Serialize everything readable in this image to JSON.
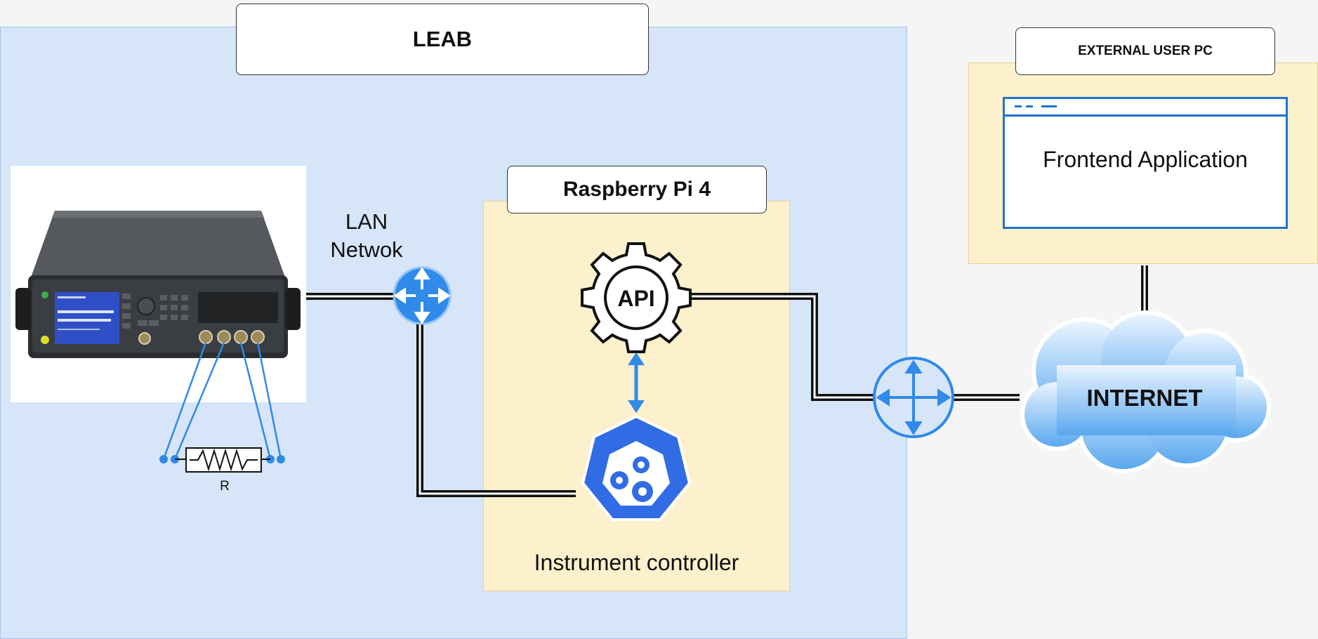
{
  "zones": {
    "leab": "LEAB",
    "external_pc": "EXTERNAL USER PC",
    "raspberry_pi": "Raspberry Pi 4"
  },
  "nodes": {
    "lan_line1": "LAN",
    "lan_line2": "Netwok",
    "api": "API",
    "instrument_controller": "Instrument controller",
    "internet": "INTERNET",
    "frontend": "Frontend Application",
    "resistor": "R"
  },
  "colors": {
    "leab_zone": "#d6e5f8",
    "device_zone": "#fdf0cc",
    "accent_blue": "#2f8ae8",
    "k8s_blue": "#326ce5",
    "cable": "#111111"
  },
  "icons": [
    "router-icon",
    "gear-api-icon",
    "kubernetes-icon",
    "cloud-icon",
    "lcr-meter-image",
    "resistor-icon",
    "browser-window-icon"
  ]
}
